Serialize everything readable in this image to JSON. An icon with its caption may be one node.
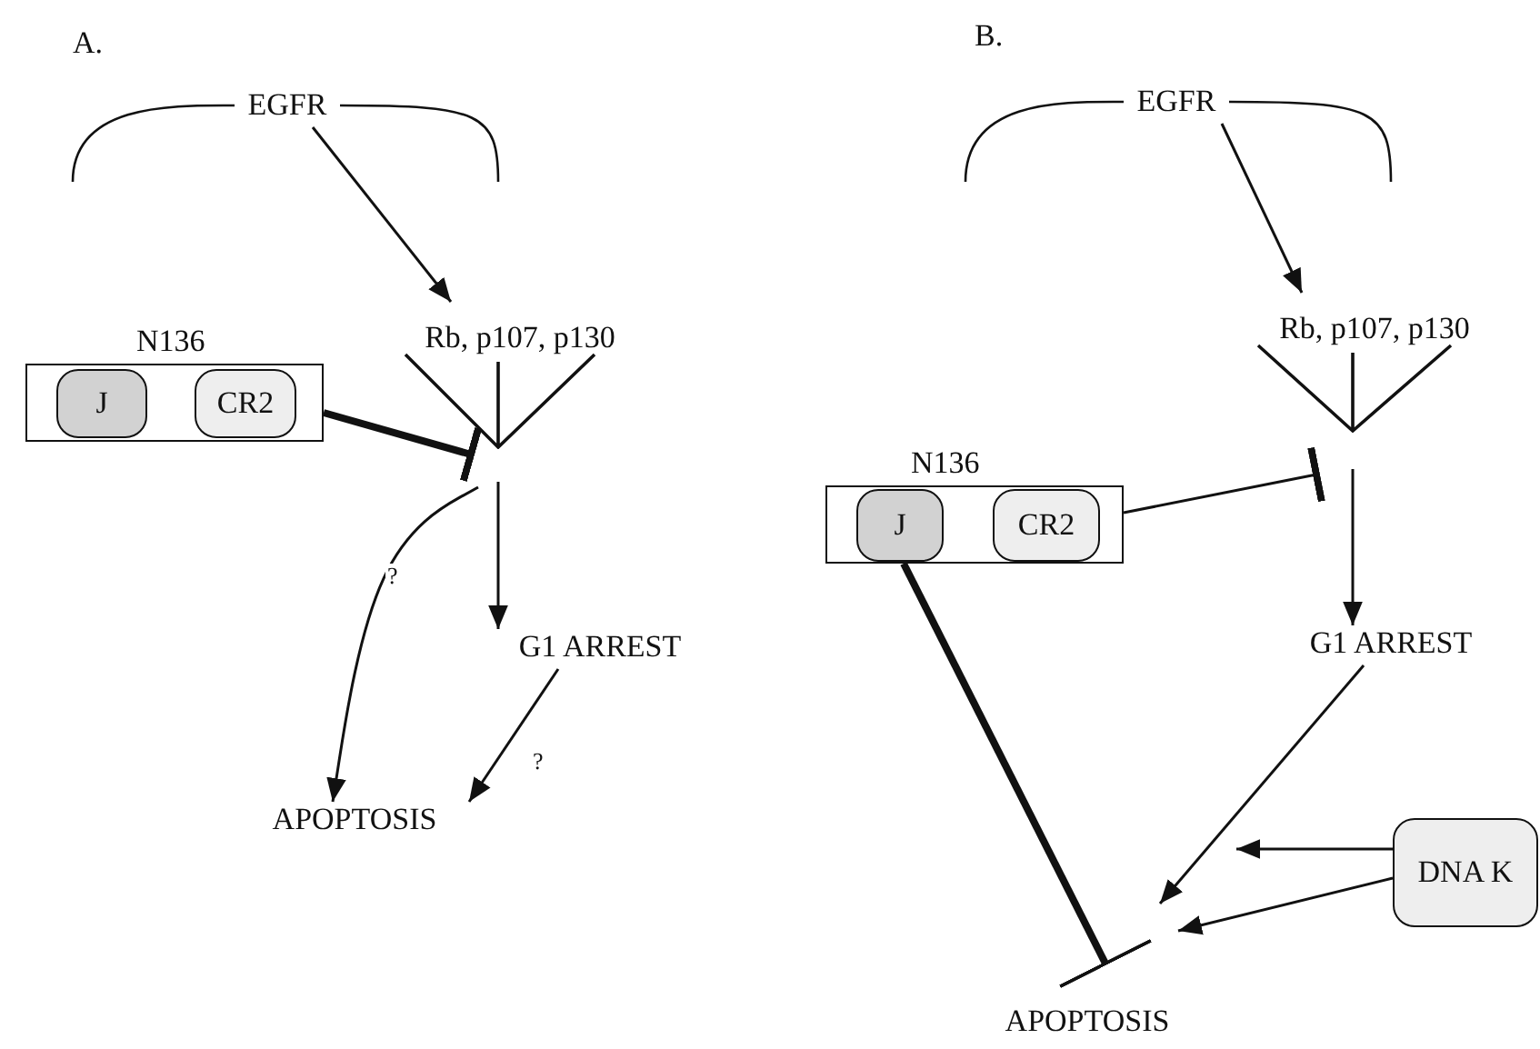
{
  "diagram": {
    "nodes": [
      {
        "text": [
          "EGFR"
        ]
      },
      {
        "text": [
          "N136"
        ]
      },
      {
        "text": [
          "J"
        ],
        "in": 1
      },
      {
        "text": [
          "CR2"
        ],
        "in": 1
      },
      {
        "text": [
          "Rb, p107, p130"
        ]
      },
      {
        "text": [
          "G1 ARREST"
        ]
      },
      {
        "text": [
          "APOPTOSIS"
        ]
      },
      {
        "text": [
          "EGFR"
        ]
      },
      {
        "text": [
          "N136"
        ]
      },
      {
        "text": [
          "J"
        ],
        "in": 8
      },
      {
        "text": [
          "CR2"
        ],
        "in": 8
      },
      {
        "text": [
          "Rb, p107, p130"
        ]
      },
      {
        "text": [
          "G1 ARREST"
        ]
      },
      {
        "text": [
          "DNA K"
        ]
      },
      {
        "text": [
          "APOPTOSIS"
        ]
      }
    ],
    "edges": [
      {
        "from": 0,
        "to": 4,
        "arrow": "to"
      },
      {
        "from": 1,
        "to": 4,
        "arrow": "other",
        "style": "thick"
      },
      {
        "from": 4,
        "to": 5,
        "arrow": "to"
      },
      {
        "from": 4,
        "to": 6,
        "arrow": "to",
        "label": "?"
      },
      {
        "from": 5,
        "to": 6,
        "arrow": "to",
        "label": "?"
      },
      {
        "from": 7,
        "to": 11,
        "arrow": "to"
      },
      {
        "from": 8,
        "to": 11,
        "arrow": "other"
      },
      {
        "from": 11,
        "to": 12,
        "arrow": "to"
      },
      {
        "from": 12,
        "to": 14,
        "arrow": "to"
      },
      {
        "from": 13,
        "to": null,
        "arrow": "to"
      },
      {
        "from": 13,
        "to": 14,
        "arrow": "to"
      },
      {
        "from": 8,
        "to": 14,
        "arrow": "other",
        "style": "thick"
      }
    ],
    "labels": [
      "A.",
      "B."
    ]
  }
}
